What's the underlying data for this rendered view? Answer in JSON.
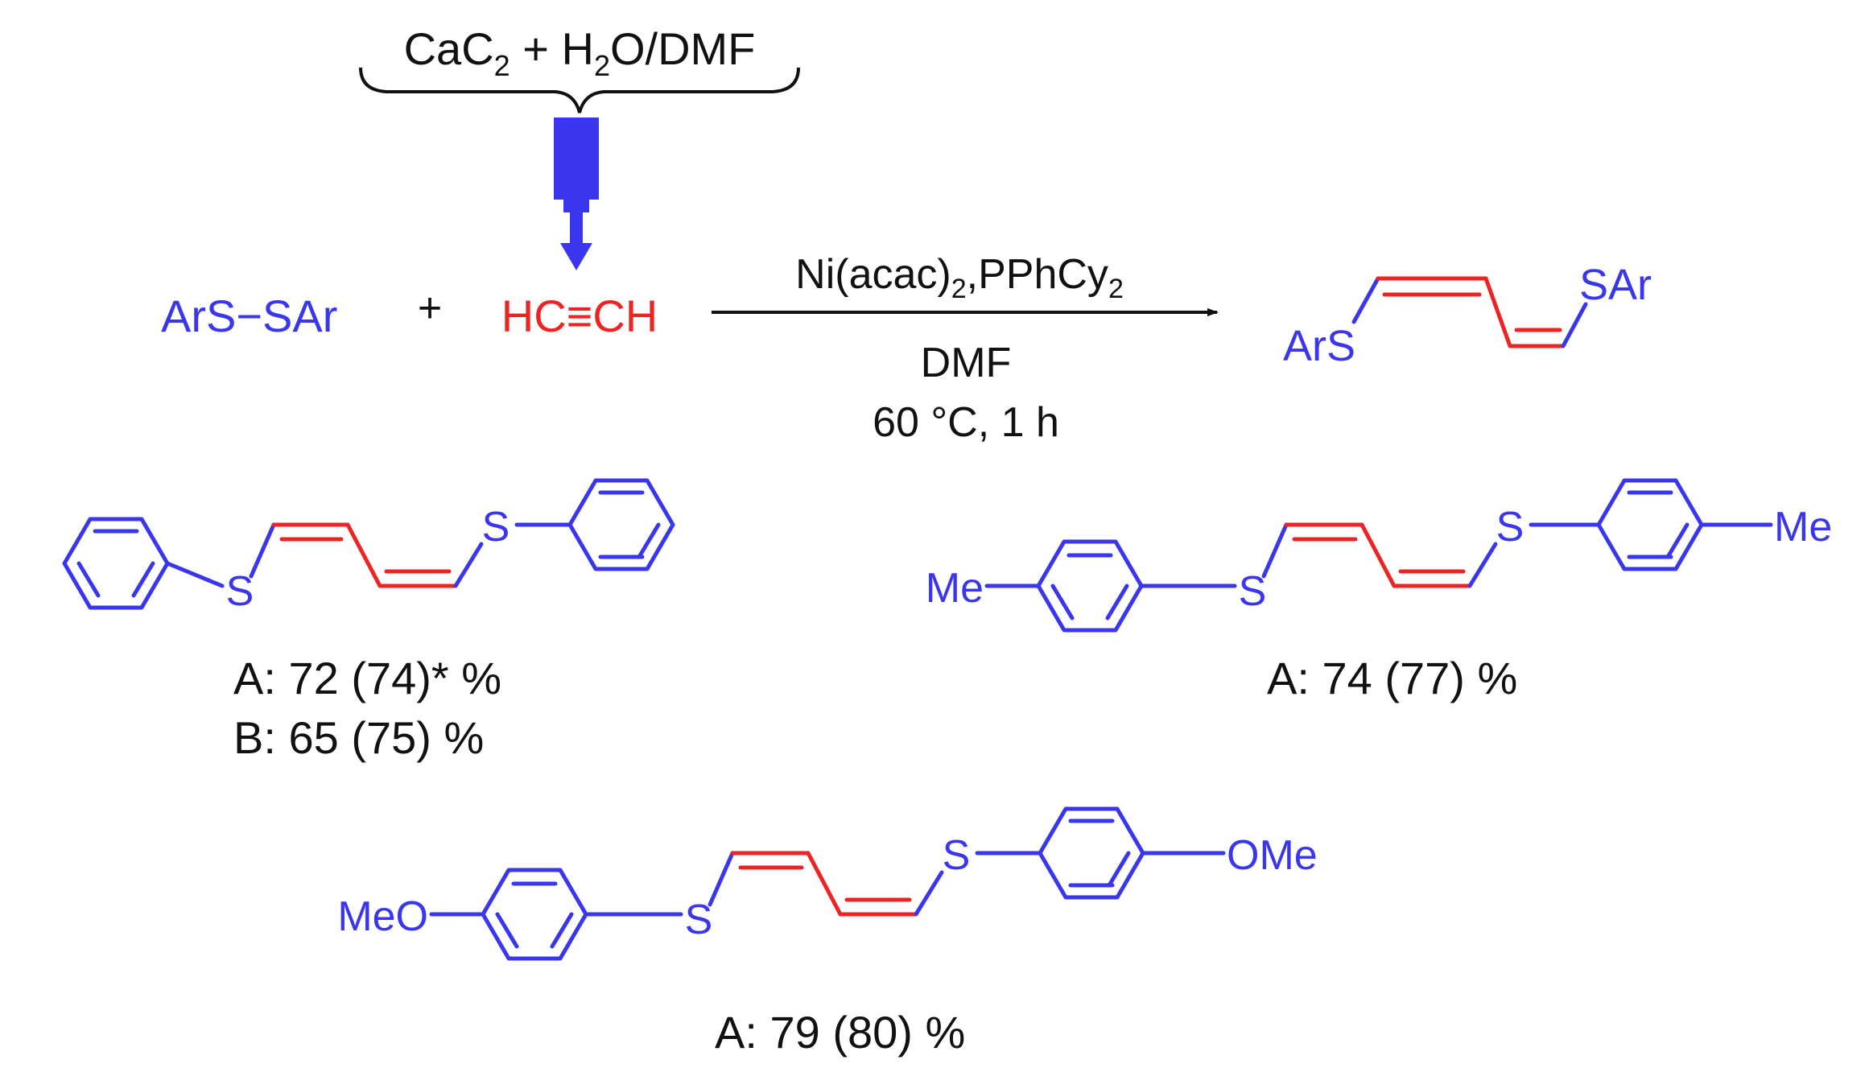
{
  "colors": {
    "reagent_blue": "#3a36ee",
    "alkyne_red": "#ee2424",
    "text_black": "#111111"
  },
  "generator": {
    "formula_prefix": "CaC",
    "formula_sub_1": "2",
    "formula_mid": " + H",
    "formula_sub_2": "2",
    "formula_suffix": "O/DMF"
  },
  "reactants": {
    "disulfide": "ArS−SAr",
    "plus": "+",
    "alkyne": "HC≡CH"
  },
  "conditions": {
    "catalyst_prefix": "Ni(acac)",
    "catalyst_sub": "2",
    "ligand_prefix": ",PPhCy",
    "ligand_sub": "2",
    "solvent": "DMF",
    "temp_time": "60 °C, 1 h"
  },
  "product": {
    "left_group": "ArS",
    "right_group": "SAr"
  },
  "examples": [
    {
      "left_sub": "",
      "right_sub": "",
      "s_label": "S",
      "yields": [
        "A: 72 (74)* %",
        "B: 65 (75) %"
      ]
    },
    {
      "left_sub": "Me",
      "right_sub": "Me",
      "s_label": "S",
      "yields": [
        "A: 74 (77) %"
      ]
    },
    {
      "left_sub": "MeO",
      "right_sub": "OMe",
      "s_label": "S",
      "yields": [
        "A: 79 (80) %"
      ]
    }
  ]
}
